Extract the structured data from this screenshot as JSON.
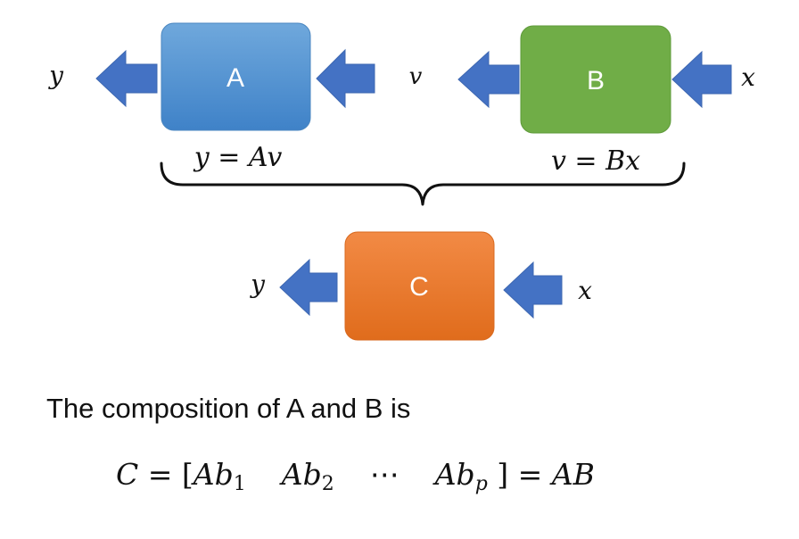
{
  "boxes": {
    "a": {
      "label": "A",
      "color": "#5b9bd5"
    },
    "b": {
      "label": "B",
      "color": "#70ad47"
    },
    "c": {
      "label": "C",
      "color": "#ed7d31"
    }
  },
  "arrow_color": "#4472c4",
  "signals": {
    "a_out": "y",
    "a_in": "v",
    "b_in": "x",
    "c_out": "y",
    "c_in": "x"
  },
  "equations": {
    "a": "y = Av",
    "b": "v = Bx"
  },
  "caption": "The composition of A and B is",
  "formula": {
    "lhs": "C",
    "eq1": "=",
    "open": "[",
    "col1_base": "Ab",
    "col1_sub": "1",
    "col2_base": "Ab",
    "col2_sub": "2",
    "dots": "⋯",
    "col3_base": "Ab",
    "col3_sub": "p",
    "close": "]",
    "eq2": "=",
    "rhs": "AB"
  }
}
